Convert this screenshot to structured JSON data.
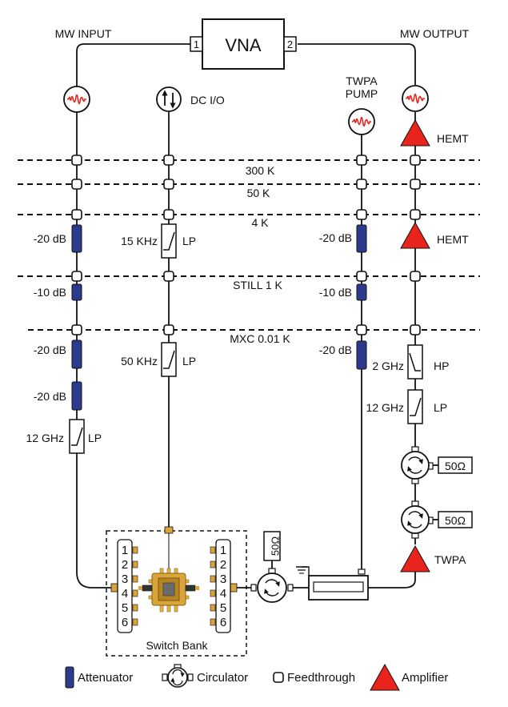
{
  "instruments": {
    "vna_label": "VNA",
    "port1_label": "1",
    "port2_label": "2",
    "mw_input_label": "MW INPUT",
    "mw_output_label": "MW OUTPUT",
    "dc_io_label": "DC I/O",
    "twpa_pump_line1": "TWPA",
    "twpa_pump_line2": "PUMP"
  },
  "stages": [
    {
      "label": "300 K"
    },
    {
      "label": "50 K"
    },
    {
      "label": "4 K"
    },
    {
      "label": "STILL 1 K"
    },
    {
      "label": "MXC 0.01 K"
    }
  ],
  "components": {
    "att_in_4k": "-20 dB",
    "att_in_still": "-10 dB",
    "att_in_mxc1": "-20 dB",
    "att_in_mxc2": "-20 dB",
    "lp_in_freq": "12 GHz",
    "lp_in_label": "LP",
    "dc_lp1_freq": "15 KHz",
    "dc_lp1_label": "LP",
    "dc_lp2_freq": "50 KHz",
    "dc_lp2_label": "LP",
    "pump_att_4k": "-20 dB",
    "pump_att_still": "-10 dB",
    "pump_att_mxc": "-20 dB",
    "hemt_top_label": "HEMT",
    "hemt_mid_label": "HEMT",
    "hp_freq": "2 GHz",
    "hp_label": "HP",
    "lp_out_freq": "12 GHz",
    "lp_out_label": "LP",
    "term1_label": "50Ω",
    "term2_label": "50Ω",
    "term3_label": "50Ω",
    "twpa_label": "TWPA"
  },
  "switch_bank": {
    "label": "Switch Bank",
    "left_ports": [
      "1",
      "2",
      "3",
      "4",
      "5",
      "6"
    ],
    "right_ports": [
      "1",
      "2",
      "3",
      "4",
      "5",
      "6"
    ]
  },
  "legend": {
    "attenuator": "Attenuator",
    "circulator": "Circulator",
    "feedthrough": "Feedthrough",
    "amplifier": "Amplifier"
  },
  "colors": {
    "attenuator": "#2b3a8c",
    "amplifier": "#e8241c",
    "source_wave": "#e8241c",
    "switch_gold": "#d9a43a",
    "line": "#111111"
  }
}
